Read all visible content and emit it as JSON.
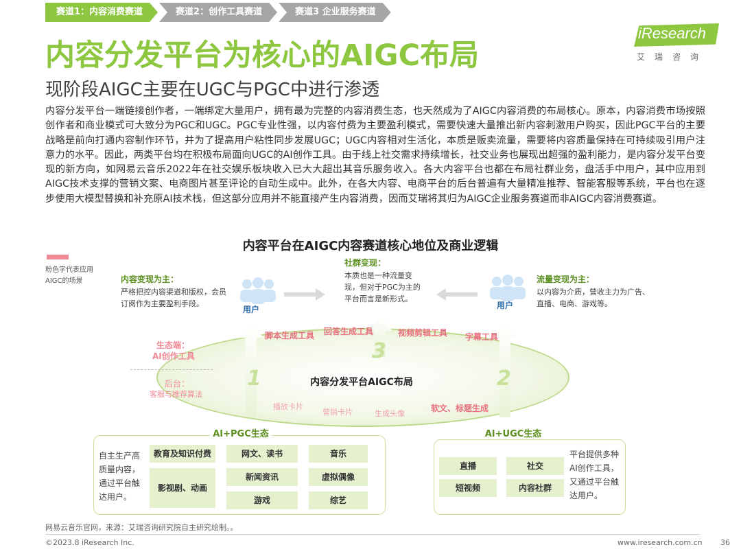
{
  "tabs": [
    {
      "label": "赛道1：内容消费赛道",
      "active": true
    },
    {
      "label": "赛道2：创作工具赛道",
      "active": false
    },
    {
      "label": "赛道3 企业服务赛道",
      "active": false
    }
  ],
  "logo": {
    "text": "iResearch",
    "sub": "艾瑞咨询"
  },
  "title": "内容分发平台为核心的AIGC布局",
  "subtitle": "现阶段AIGC主要在UGC与PGC中进行渗透",
  "paragraph": "内容分发平台一端链接创作者，一端绑定大量用户，拥有最为完整的内容消费生态，也天然成为了AIGC内容消费的布局核心。原本，内容消费市场按照创作者和商业模式可大致分为PGC和UGC。PGC专业性强，以内容付费为主要盈利模式，需要快速大量推出新内容刺激用户购买，因此PGC平台的主要战略是前向打通内容制作环节，并为了提高用户粘性同步发展UGC；UGC内容相对生活化，本质是贩卖流量，需要将内容质量保持在可持续吸引用户注意力的水平。因此，两类平台均在积极布局面向UGC的AI创作工具。由于线上社交需求持续增长，社交业务也展现出超强的盈利能力，是内容分发平台变现的新方向，如网易云音乐2022年在社交娱乐板块收入已大大超出其音乐服务收入。各大内容平台也都在布局社群业务，盘活手中用户，其中应用到AIGC技术支撑的营销文案、电商图片甚至评论的自动生成中。此外，在各大内容、电商平台的后台普遍有大量精准推荐、智能客服等系统，平台也在逐步使用大模型替换和补充原AI技术栈，但这部分应用并不能直接产生内容消费，因而艾瑞将其归为AIGC企业服务赛道而非AIGC内容消费赛道。",
  "diagram": {
    "title": "内容平台在AIGC内容赛道核心地位及商业逻辑",
    "legend": "粉色字代表应用AIGC的场景",
    "left_block": {
      "title": "内容变现为主：",
      "desc": "严格把控内容渠道和版权，会员订阅作为主要盈利手段。"
    },
    "center_block": {
      "title": "社群变现：",
      "desc": "本质也是一种流量变现，但对于PGC为主的平台而言是新形式。"
    },
    "right_block": {
      "title": "流量变现为主：",
      "desc": "以内容为介质，营收主力为广告、直播、电商、游戏等。"
    },
    "user_left": "用户",
    "user_right": "用户",
    "ecosystem_label": "生态端：",
    "ecosystem_sub": "AI创作工具",
    "backend_label": "后台：",
    "backend_sub": "客服与推荐算法",
    "core": "内容分发平台AIGC布局",
    "numbers": [
      "1",
      "2",
      "3"
    ],
    "tools_top": [
      "脚本生成工具",
      "回答生成工具",
      "视频剪辑工具",
      "字幕工具"
    ],
    "tools_bottom": [
      "播放卡片",
      "营销卡片",
      "生成头像"
    ],
    "tools_bottom_right": "软文、标题生成",
    "pgc": {
      "title": "AI+PGC生态",
      "desc": "自主生产高质量内容，通过平台触达用户。",
      "cells": [
        "教育及知识付费",
        "网文、读书",
        "音乐",
        "影视剧、动画",
        "新闻资讯",
        "虚拟偶像",
        "游戏",
        "综艺"
      ]
    },
    "ugc": {
      "title": "AI+UGC生态",
      "desc": "平台提供多种AI创作工具，又通过平台触达用户。",
      "cells": [
        "直播",
        "社交",
        "短视频",
        "内容社群"
      ]
    }
  },
  "source": "网易云音乐官网，来源：艾瑞咨询研究院自主研究绘制。。",
  "footer": {
    "copyright": "©2023.8 iResearch Inc.",
    "url": "www.iresearch.com.cn",
    "page": "36"
  },
  "colors": {
    "brand_green": "#8dc63f",
    "pink": "#f08a96",
    "tab_gray": "#a6a6a6"
  }
}
